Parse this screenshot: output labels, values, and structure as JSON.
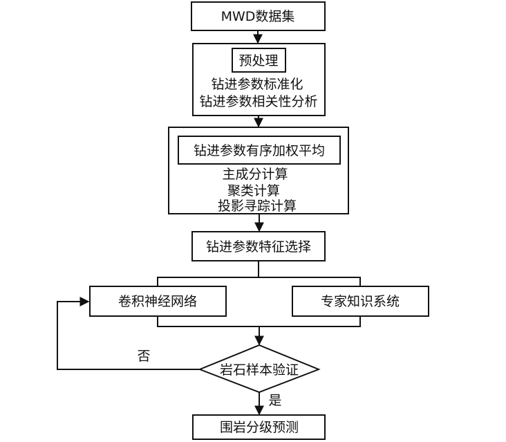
{
  "flowchart": {
    "mwd": "MWD数据集",
    "preprocess": {
      "title": "预处理",
      "line1": "钻进参数标准化",
      "line2": "钻进参数相关性分析"
    },
    "weighting": {
      "title": "钻进参数有序加权平均",
      "line1": "主成分计算",
      "line2": "聚类计算",
      "line3": "投影寻踪计算"
    },
    "feature_selection": "钻进参数特征选择",
    "cnn": "卷积神经网络",
    "expert": "专家知识系统",
    "validation": "岩石样本验证",
    "no_label": "否",
    "yes_label": "是",
    "prediction": "围岩分级预测"
  }
}
